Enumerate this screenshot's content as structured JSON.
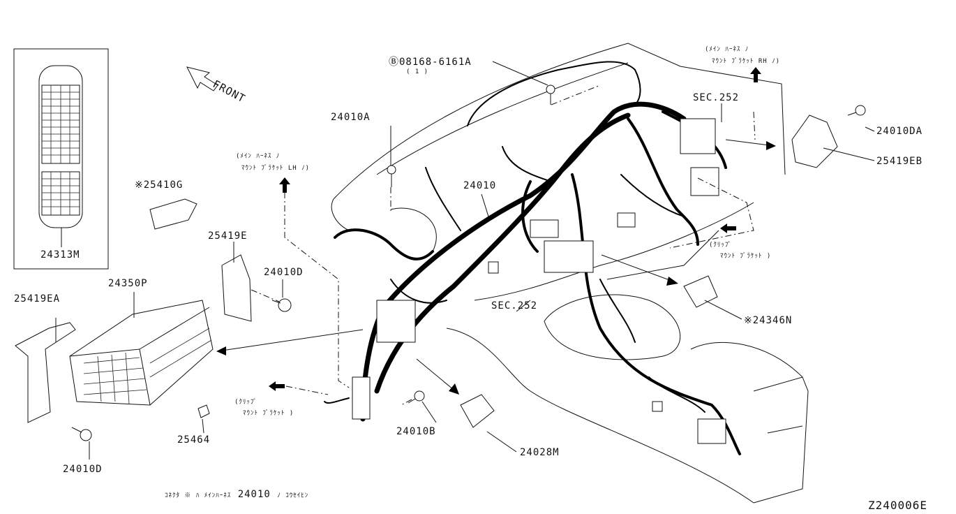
{
  "labels": {
    "p24313m": "24313M",
    "p25410g": "※25410G",
    "front": "FRONT",
    "p25419e": "25419E",
    "p24010d_upper": "24010D",
    "p24350p": "24350P",
    "p25419ea": "25419EA",
    "p24010d_lower": "24010D",
    "p25464": "25464",
    "p24010a": "24010A",
    "bolt": "Ⓑ08168-6161A",
    "bolt_qty": "( 1 )",
    "p24010_main": "24010",
    "p24010b": "24010B",
    "p24028m": "24028M",
    "sec252_left": "SEC.252",
    "sec252_right": "SEC.252",
    "p24346n": "※24346N",
    "p24010da": "24010DA",
    "p25419eb": "25419EB",
    "ref_lh_1": "(ﾒｲﾝ ﾊｰﾈｽ ﾉ",
    "ref_lh_2": "ﾏｳﾝﾄ ﾌﾞﾗｹｯﾄ LH ﾉ)",
    "ref_rh_1": "(ﾒｲﾝ ﾊｰﾈｽ ﾉ",
    "ref_rh_2": "ﾏｳﾝﾄ ﾌﾞﾗｹｯﾄ RH ﾉ)",
    "ref_bl_1": "(ｸﾘｯﾌﾟ",
    "ref_bl_2": "ﾏｳﾝﾄ ﾌﾞﾗｹｯﾄ )",
    "ref_r_1": "(ｸﾘｯﾌﾟ",
    "ref_r_2": "ﾏｳﾝﾄ ﾌﾞﾗｹｯﾄ )",
    "footnote_pre": "ｺﾈｸﾀ ※ ﾊ ﾒｲﾝﾊｰﾈｽ",
    "footnote_code": "24010",
    "footnote_post": "ﾉ ｺｳｾｲﾋﾝ",
    "diagram_id": "Z240006E"
  }
}
